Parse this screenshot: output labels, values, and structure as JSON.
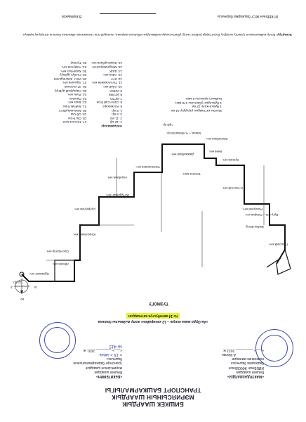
{
  "document": {
    "ministry_title": [
      "БИШКЕК ШААРДЫК",
      "МЭРИЯСЫНЫН ШААРДЫК",
      "ТРАНСПОРТ БАШКАРМАЛЫГЫ"
    ],
    "approval_left": {
      "label": "«МАКУЛДАШЫЛДЫ»",
      "lines": [
        "Бишкек шаардык",
        "ИИББнын ЖККББнын",
        "башкарма башчысы",
        "полковник милиции"
      ],
      "name": "А.Малин",
      "date": "«___» _________ 2021 ж."
    },
    "approval_right": {
      "label": "«БЕКИТЕМИН»",
      "lines": [
        "Бишкек шаардык",
        "мэриясынын шаардык",
        "транспорт башкармалыгынын",
        "башчысы"
      ],
      "date": "«___» ________ 2021 ж.",
      "handwritten_date": "« 19 » июнь",
      "number": "№ 415"
    },
    "route_title": "«Ак-Ордо жана конуш – 12 кичирайон» жолу кыймылы боюнча",
    "route_subtitle": "№ 14 автобустук каттамдын",
    "scheme_label": "ТУЗМОГУ",
    "stops_header": "Аялдамалар:",
    "stops": [
      "1. 12 к/р",
      "2. 11 к/р",
      "3. 6 к/р",
      "4. 8 к/р",
      "5. Космокарс",
      "6. Орто-Сай б-ри",
      "7. БГТО",
      "8. КГУФК",
      "9. КИМА",
      "10. Абай кеч.",
      "11. Тоголокмаев кеч.",
      "12. КТУ",
      "13. Айни кеч.",
      "14. ШЦК",
      "15. Медуниверситет",
      "16. Жамгырбаев кеч.",
      "17. Тоголок мол.",
      "18. Ош б-ры",
      "19. Об-Ош",
      "20. Мельница/Бтгт",
      "21. Байтик б-ры",
      "22. Бакэ кеч.",
      "23. Пишпек",
      "24. Рэли кеч.",
      "25. Народный дуйнуу",
      "26. 47 колония",
      "27. Адышев кеч.",
      "28. Инст. Земледелия",
      "29. Глобус дуйнуу",
      "30. Кырк-Кыз кеч.",
      "31. Алмулов кеч.",
      "32. Тулпар"
    ],
    "info_lines": [
      "Жалпы каттамдын узундугу 44 км.",
      "1 бурыл-жолу 22 км.",
      "1 бурылдын убактысы 176 мин.",
      "Кыймыл аралыгы 5 мин."
    ],
    "note_label": "Эскертуу:",
    "note_text": "Жолу кыймылынын тузмогу жолдогу багыттарда рейске чыгуу убактысында кыймылдын абалына жараша, ошондой эле техникалык айкалыш боюнча өзгөрүшү мүмкүн.",
    "footer_left": "ИТКББнын ЖСУ башкарма башчысы",
    "footer_right": "В.Калмыков",
    "streets": {
      "s1": "Нурахмат кеч.",
      "s2": "Айтиев кеч.",
      "s3": "Сухэ-Батор кеч.",
      "s4": "Юнусалиев кеч.",
      "s5": "Суеркулов кеч.",
      "s6": "Ж.Пудовкин кеч.",
      "s7": "Ахунбаев кеч.",
      "s8": "Токтоналиев кеч.",
      "s9": "Джамабаев кеч.",
      "s10": "Манас – Ч.Айтматов пр.",
      "s11": "Боконбаев кеч.",
      "s12": "Тоголок мол.",
      "s13": "Кулиев кеч.",
      "s14": "Л.Толстой кеч.",
      "s15": "Рыскулов кеч.",
      "s16": "Жибек-Жолу",
      "s17": "Бугу-Ата – Гагарин кеч.",
      "s18": "Горьский кеч.",
      "s19": "Киев кеч.",
      "s20": "Чуй пр.",
      "start": "12 к/р"
    },
    "compass": {
      "n": "Ю",
      "s": "С",
      "e": "З",
      "w": "В"
    }
  }
}
